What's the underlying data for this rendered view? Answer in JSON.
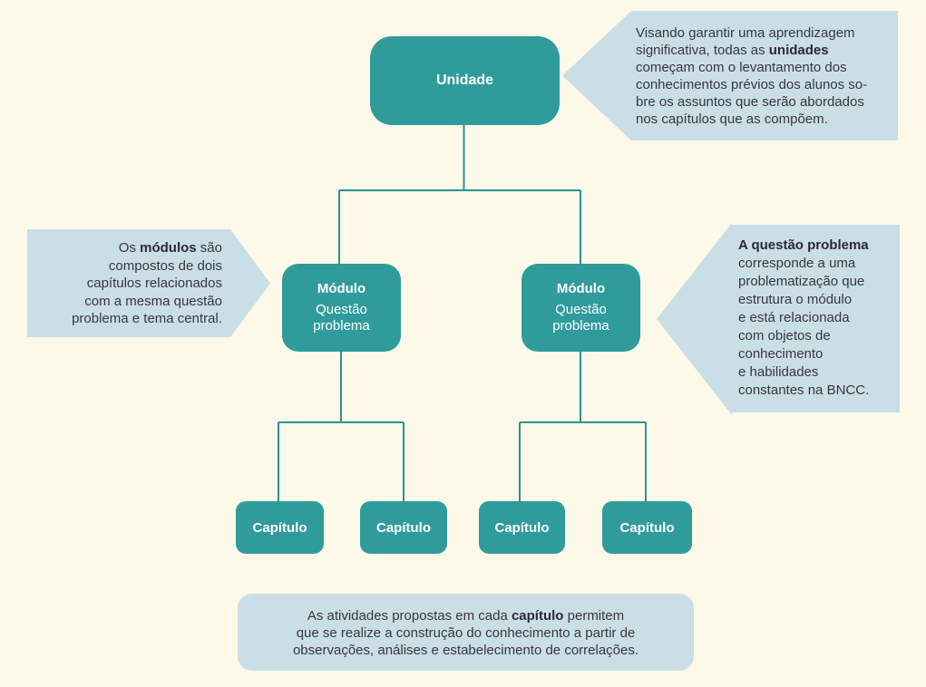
{
  "diagram": {
    "unidade": {
      "label": "Unidade"
    },
    "modulos": [
      {
        "title": "Módulo",
        "subtitle": "Questão problema"
      },
      {
        "title": "Módulo",
        "subtitle": "Questão problema"
      }
    ],
    "capitulos": [
      "Capítulo",
      "Capítulo",
      "Capítulo",
      "Capítulo"
    ]
  },
  "callouts": {
    "unidades_note": {
      "lines": [
        [
          {
            "text": "Visando garantir uma aprendizagem"
          }
        ],
        [
          {
            "text": "significativa, todas as "
          },
          {
            "text": "unidades",
            "bold": true
          }
        ],
        [
          {
            "text": "começam com o levantamento dos"
          }
        ],
        [
          {
            "text": "conhecimentos prévios dos alunos so-"
          }
        ],
        [
          {
            "text": "bre os assuntos que serão abordados"
          }
        ],
        [
          {
            "text": "nos capítulos que as compõem."
          }
        ]
      ]
    },
    "modulos_note": {
      "lines": [
        [
          {
            "text": "Os "
          },
          {
            "text": "módulos",
            "bold": true
          },
          {
            "text": " são"
          }
        ],
        [
          {
            "text": "compostos de dois"
          }
        ],
        [
          {
            "text": "capítulos relacionados"
          }
        ],
        [
          {
            "text": "com a mesma questão"
          }
        ],
        [
          {
            "text": "problema e tema central."
          }
        ]
      ]
    },
    "questao_note": {
      "lines": [
        [
          {
            "text": "A questão problema",
            "bold": true
          }
        ],
        [
          {
            "text": "corresponde a uma"
          }
        ],
        [
          {
            "text": "problematização que"
          }
        ],
        [
          {
            "text": "estrutura o módulo"
          }
        ],
        [
          {
            "text": "e está relacionada"
          }
        ],
        [
          {
            "text": "com objetos de"
          }
        ],
        [
          {
            "text": "conhecimento"
          }
        ],
        [
          {
            "text": "e habilidades"
          }
        ],
        [
          {
            "text": "constantes na BNCC."
          }
        ]
      ]
    },
    "capitulo_note": {
      "lines": [
        [
          {
            "text": "As atividades propostas em cada "
          },
          {
            "text": "capítulo",
            "bold": true
          },
          {
            "text": " permitem"
          }
        ],
        [
          {
            "text": "que se realize a construção do conhecimento a partir de"
          }
        ],
        [
          {
            "text": "observações, análises e estabelecimento de correlações."
          }
        ]
      ]
    }
  },
  "colors": {
    "background": "#FDF9E8",
    "node_fill": "#2F9C9B",
    "node_text": "#FFFFFF",
    "callout_fill": "#C9DFE5",
    "callout_text": "#3A3540",
    "connector": "#2A9195"
  }
}
